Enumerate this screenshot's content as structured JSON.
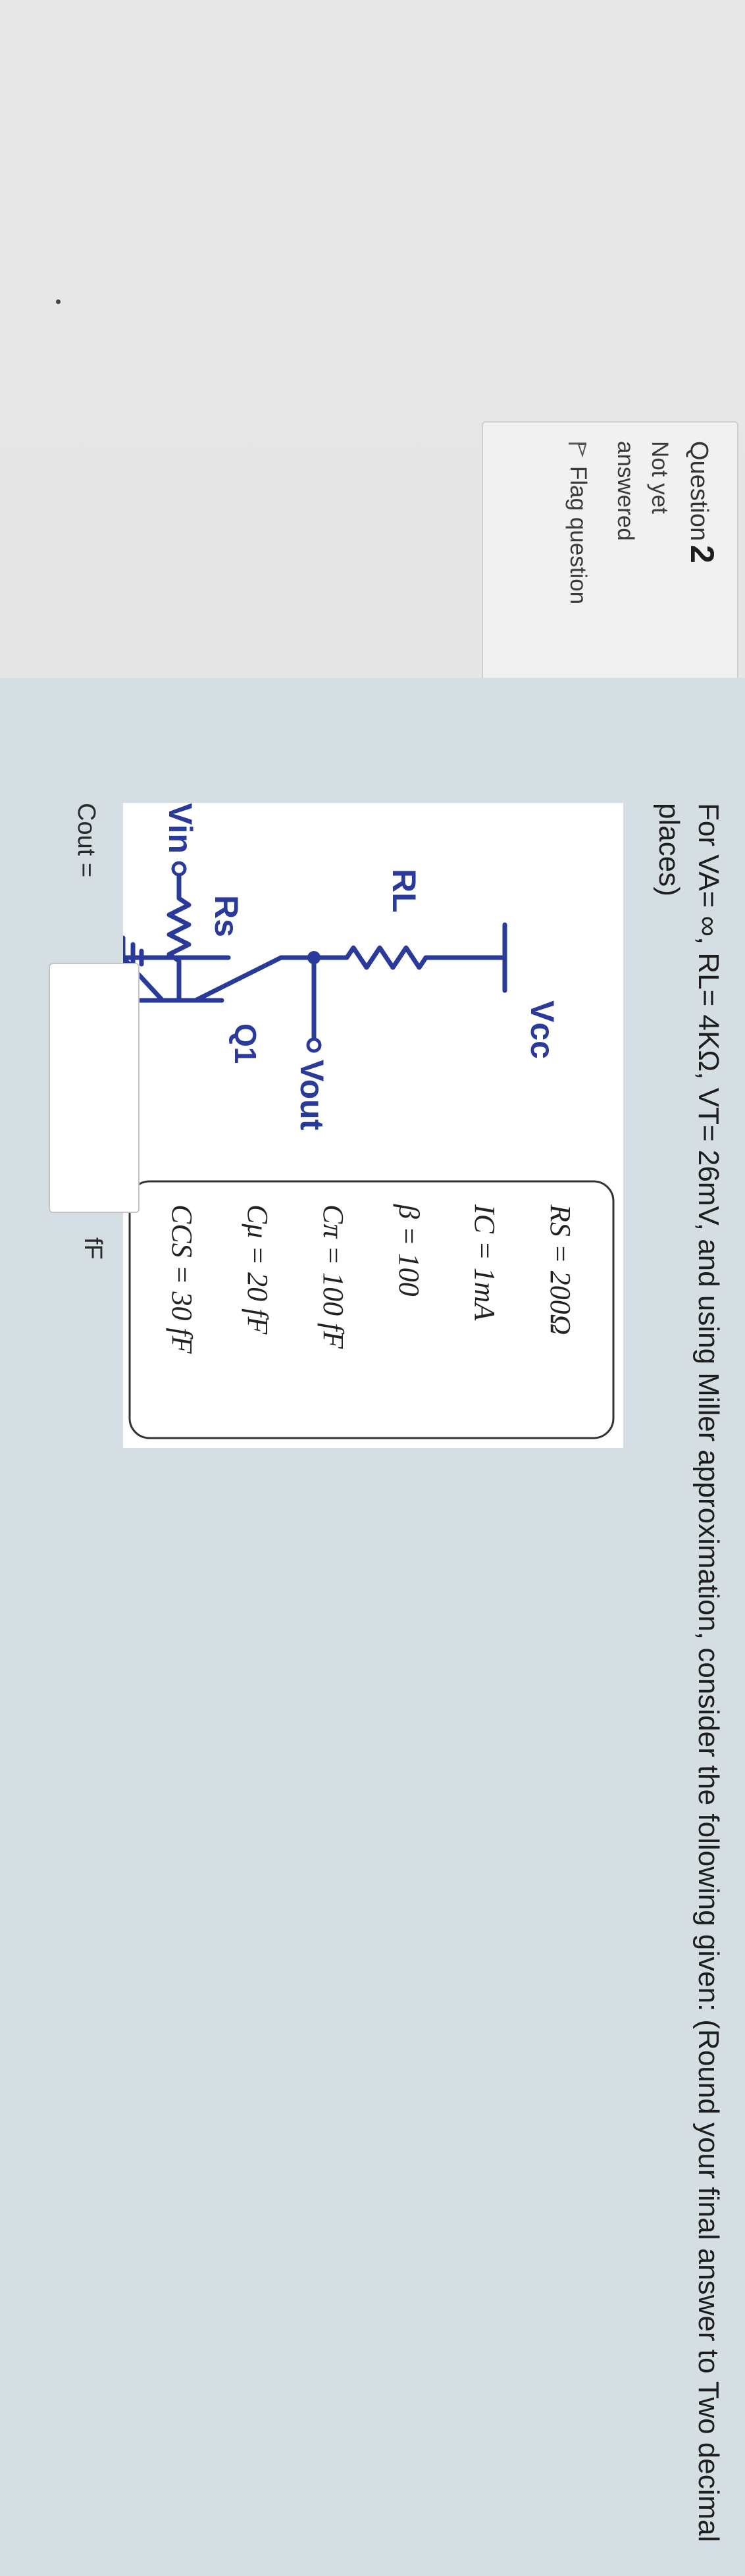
{
  "question": {
    "label": "Question",
    "number": "2",
    "status": "Not yet answered",
    "flag_label": "Flag question"
  },
  "question_text": "For VA= ∞, RL= 4KΩ, VT= 26mV, and using Miller approximation, consider the following given: (Round your final answer to Two decimal places)",
  "circuit": {
    "labels": {
      "vcc": "Vcc",
      "rl": "RL",
      "rs": "Rs",
      "vin": "Vin",
      "q1": "Q1",
      "vout": "Vout"
    },
    "given": [
      "RS = 200Ω",
      "IC = 1mA",
      "β = 100",
      "Cπ = 100 fF",
      "Cμ = 20 fF",
      "CCS = 30 fF"
    ],
    "colors": {
      "wire": "#2a3a9a",
      "given_text": "#222222"
    }
  },
  "answer": {
    "label": "Cout =",
    "value": "",
    "placeholder": "",
    "unit": "fF"
  }
}
